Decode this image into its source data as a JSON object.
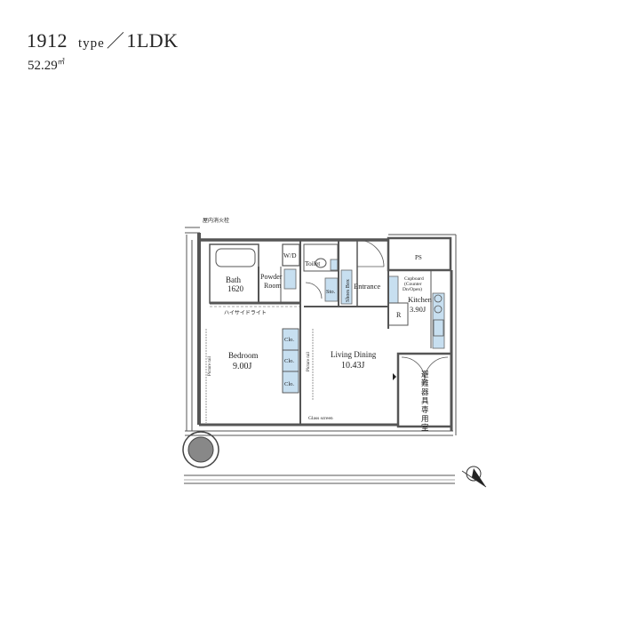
{
  "header": {
    "unit_number": "1912",
    "type_word": "type",
    "separator": "／",
    "layout": "1LDK",
    "area": "52.29",
    "area_unit": "㎡"
  },
  "plan": {
    "fire_hydrant": "屋内消火栓",
    "ps": "PS",
    "bath": "Bath",
    "bath_size": "1620",
    "wd": "W/D",
    "toilet": "Toilet",
    "powder_room_1": "Powder",
    "powder_room_2": "Room",
    "sto": "Sto.",
    "shoes_box": "Shoes Box",
    "entrance": "Entrance",
    "cupboard_1": "Cupboard",
    "cupboard_2": "(Counter",
    "cupboard_3": "Dn/Open)",
    "kitchen": "Kitchen",
    "kitchen_size": "3.90J",
    "fridge": "R",
    "high_side_light": "ハイサイドライト",
    "bedroom": "Bedroom",
    "bedroom_size": "9.00J",
    "living_dining": "Living Dining",
    "living_dining_size": "10.43J",
    "clo_1": "Clo.",
    "clo_2": "Clo.",
    "clo_3": "Clo.",
    "picture_rail_1": "Picture rail",
    "picture_rail_2": "Picture rail",
    "glass_screen": "Glass screen",
    "evacuation_room": [
      "避",
      "難",
      "器",
      "具",
      "専",
      "用",
      "室"
    ]
  },
  "colors": {
    "wall": "#555555",
    "fixture_blue": "#c7dff0",
    "line": "#444444"
  }
}
